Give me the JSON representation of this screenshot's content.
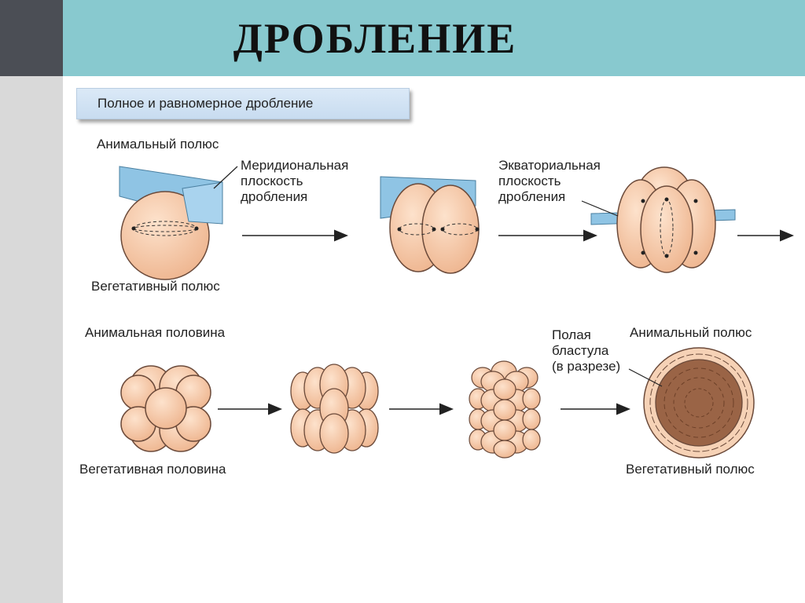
{
  "slide": {
    "title": "ДРОБЛЕНИЕ",
    "subtitle": "Полное и равномерное дробление"
  },
  "labels": {
    "animal_pole_top": "Анимальный полюс",
    "vegetative_pole_top": "Вегетативный полюс",
    "meridional_plane": [
      "Меридиональная",
      "плоскость",
      "дробления"
    ],
    "equatorial_plane": [
      "Экваториальная",
      "плоскость",
      "дробления"
    ],
    "animal_half": "Анимальная половина",
    "vegetative_half": "Вегетативная половина",
    "hollow_blastula": [
      "Полая",
      "бластула",
      "(в разрезе)"
    ],
    "animal_pole_bottom": "Анимальный полюс",
    "vegetative_pole_bottom": "Вегетативный полюс"
  },
  "colors": {
    "header": "#88c9cf",
    "side_dark": "#4b4e55",
    "side_light": "#d9d9d9",
    "cell_fill": "#f4c7a6",
    "cell_stroke": "#6b4a3a",
    "plane": "#8fc4e4",
    "blastocoel": "#9a6446"
  }
}
